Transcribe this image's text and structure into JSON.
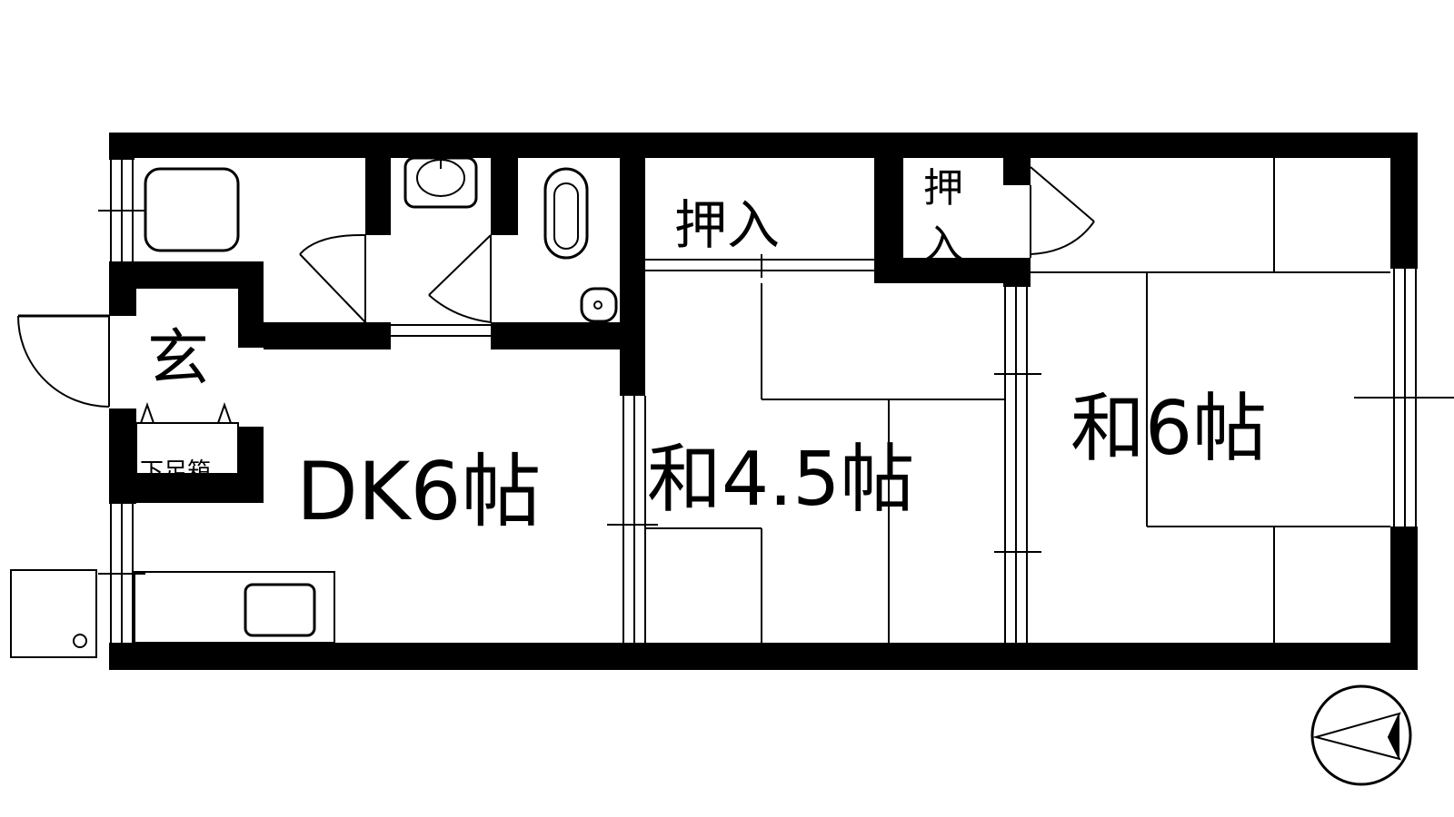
{
  "rooms": {
    "dk": "DK6帖",
    "washitsu_small": "和4.5帖",
    "washitsu_large": "和6帖",
    "entrance": "玄",
    "shoe_box": "下足箱",
    "closet_main": "押入",
    "closet_side_top": "押",
    "closet_side_bottom": "入"
  },
  "colors": {
    "wall": "#000000",
    "background": "#ffffff"
  },
  "icons": {
    "north": "north-arrow-icon",
    "bathtub": "bathtub-icon",
    "toilet": "toilet-icon",
    "washbasin": "washbasin-icon",
    "sink": "kitchen-sink-icon",
    "washer": "washing-machine-icon"
  }
}
